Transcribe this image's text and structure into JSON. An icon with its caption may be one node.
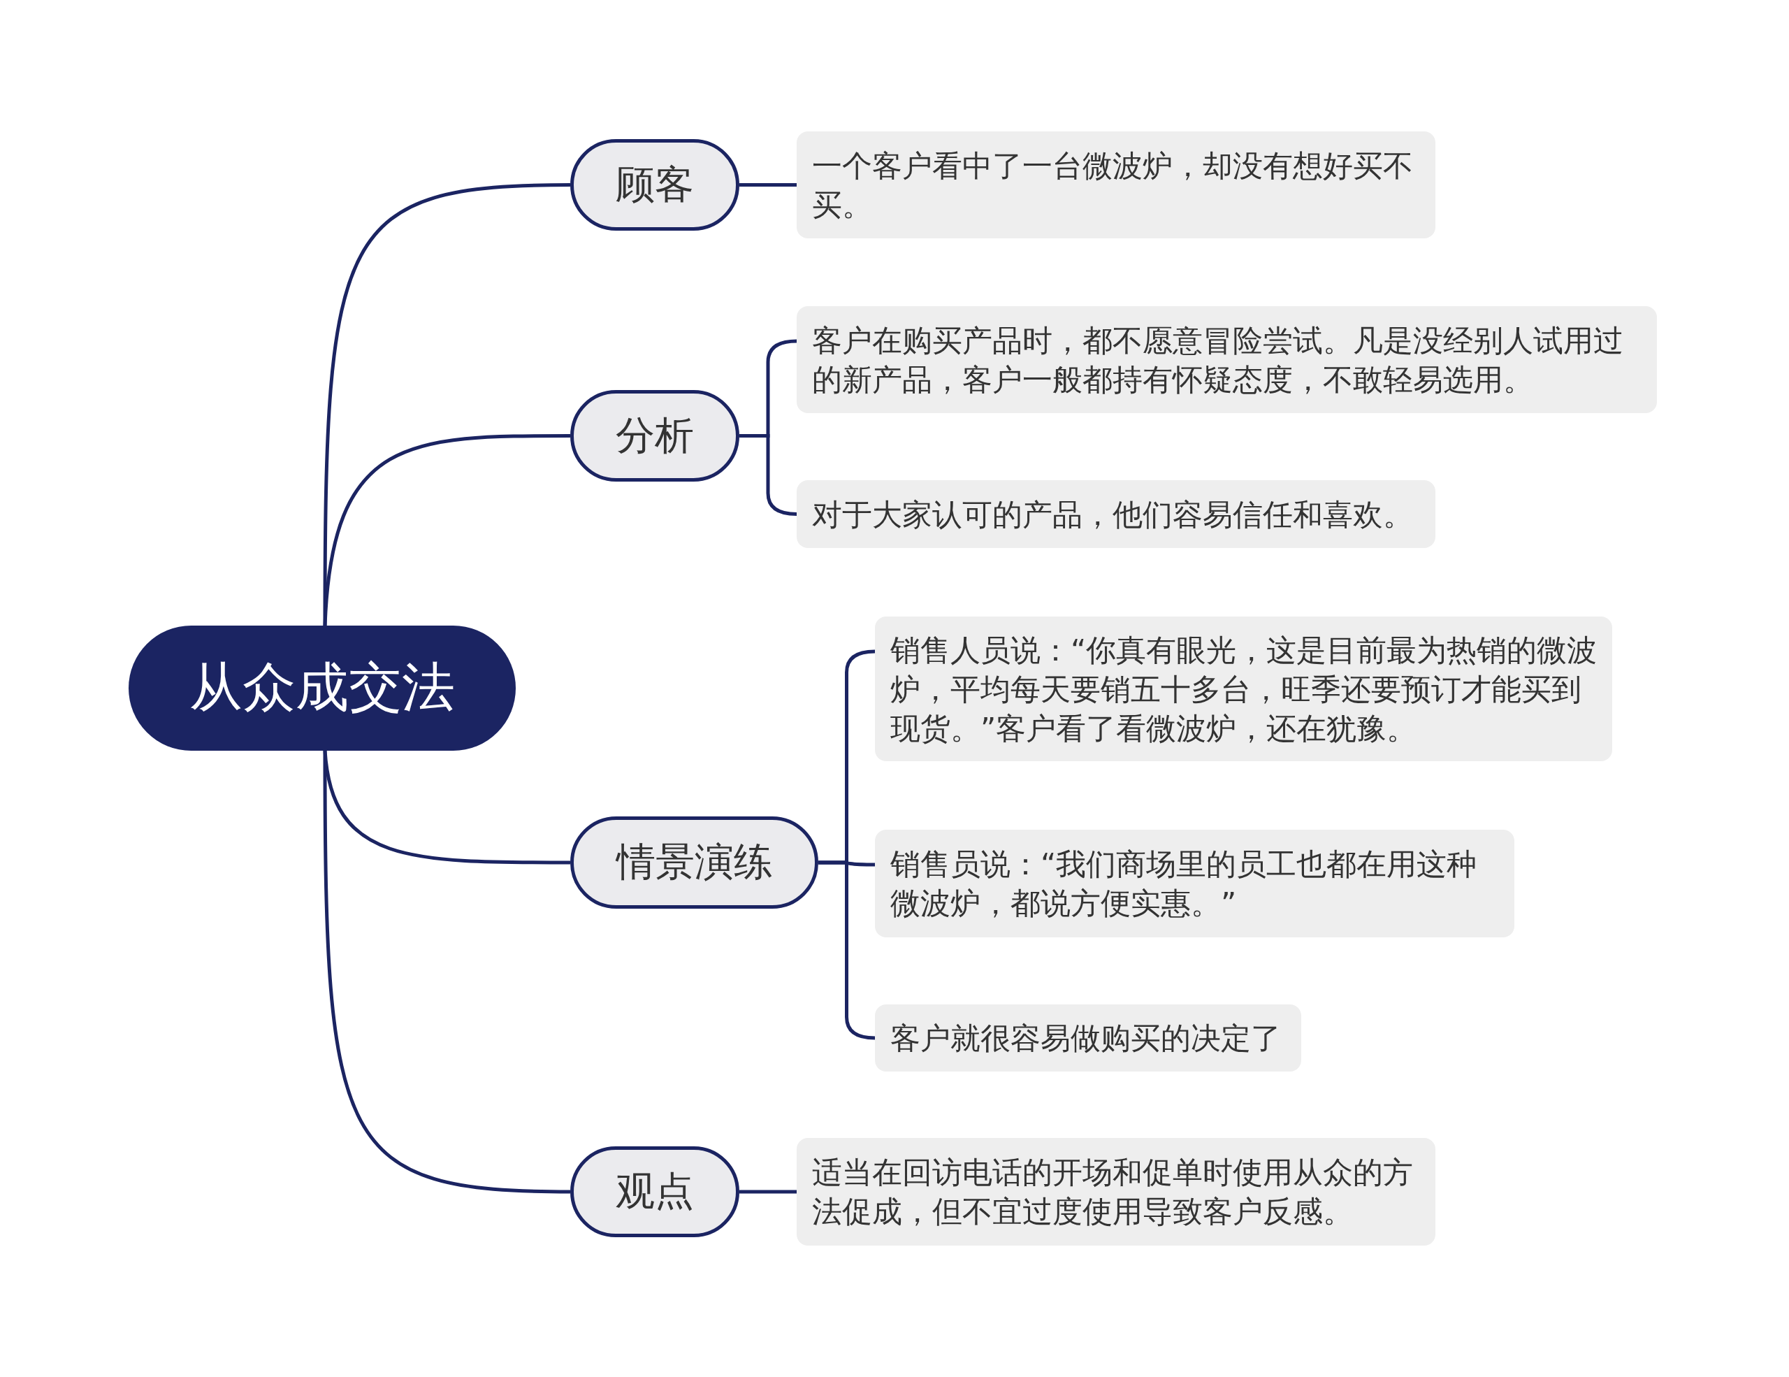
{
  "diagram": {
    "nodes": [
      {
        "text": [
          "从众成交法"
        ]
      },
      {
        "text": [
          "顾客"
        ]
      },
      {
        "text": [
          "一个客户看中了一台微波炉，却没有想好买不买。"
        ]
      },
      {
        "text": [
          "分析"
        ]
      },
      {
        "text": [
          "客户在购买产品时，都不愿意冒险尝试。凡是没经别人试用过的新产品，客户一般都持有怀疑态度，不敢轻易选用。"
        ]
      },
      {
        "text": [
          "对于大家认可的产品，他们容易信任和喜欢。"
        ]
      },
      {
        "text": [
          "情景演练"
        ]
      },
      {
        "text": [
          "销售人员说：“你真有眼光，这是目前最为热销的微波炉，平均每天要销五十多台，旺季还要预订才能买到现货。”客户看了看微波炉，还在犹豫。"
        ]
      },
      {
        "text": [
          "销售员说：“我们商场里的员工也都在用这种微波炉，都说方便实惠。”"
        ]
      },
      {
        "text": [
          "客户就很容易做购买的决定了"
        ]
      },
      {
        "text": [
          "观点"
        ]
      },
      {
        "text": [
          "适当在回访电话的开场和促单时使用从众的方法促成，但不宜过度使用导致客户反感。"
        ]
      }
    ],
    "edges": [
      {
        "from": 0,
        "to": 1,
        "arrow": "none"
      },
      {
        "from": 0,
        "to": 3,
        "arrow": "none"
      },
      {
        "from": 0,
        "to": 6,
        "arrow": "none"
      },
      {
        "from": 0,
        "to": 10,
        "arrow": "none"
      },
      {
        "from": 1,
        "to": 2,
        "arrow": "none"
      },
      {
        "from": 3,
        "to": 4,
        "arrow": "none"
      },
      {
        "from": 3,
        "to": 5,
        "arrow": "none"
      },
      {
        "from": 6,
        "to": 7,
        "arrow": "none"
      },
      {
        "from": 6,
        "to": 8,
        "arrow": "none"
      },
      {
        "from": 6,
        "to": 9,
        "arrow": "none"
      },
      {
        "from": 10,
        "to": 11,
        "arrow": "none"
      }
    ]
  }
}
